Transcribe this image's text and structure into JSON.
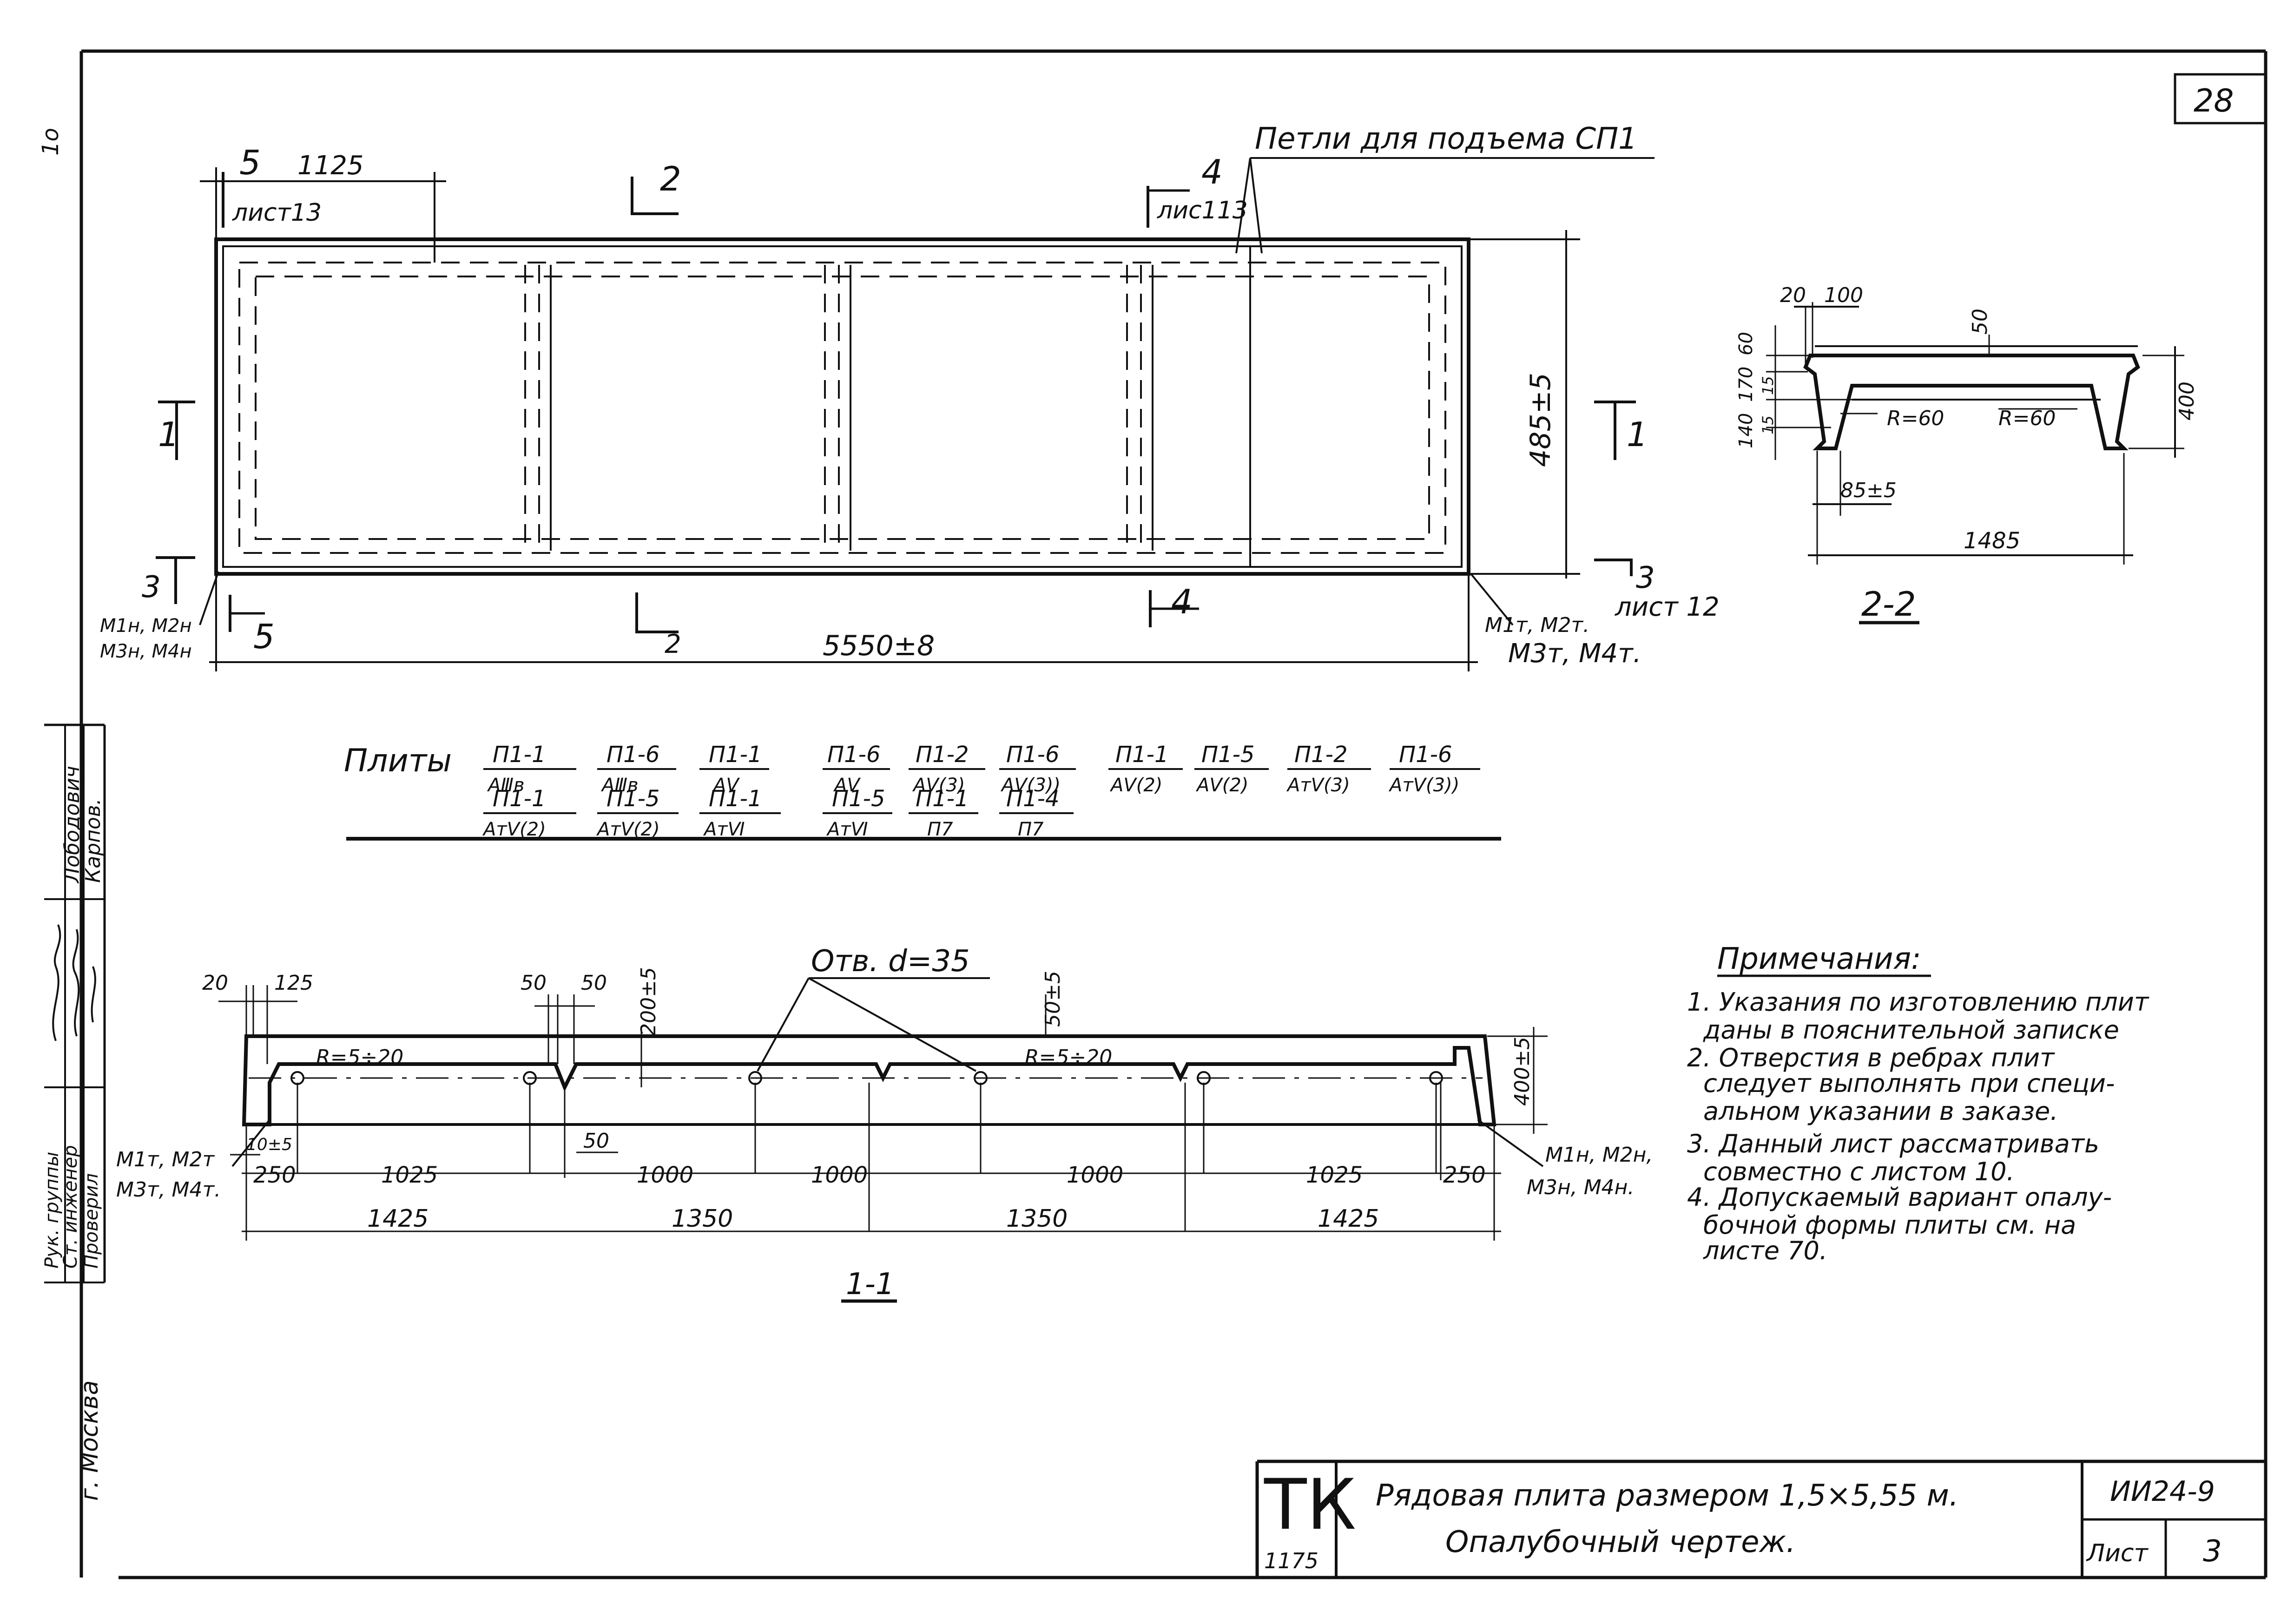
{
  "sheet": {
    "sheet_corner_number": "28",
    "left_margin_number": "1o",
    "top_view": {
      "loop_label": "Петли для подъема СП1",
      "mark_5_top": "5",
      "dim_1125": "1125",
      "sheet_ref_13_a": "лист13",
      "mark_2_top": "2",
      "mark_4_top": "4",
      "sheet_ref_13_b": "лис113",
      "dim_485": "485±5",
      "mark_1_left": "1",
      "mark_1_right": "1",
      "mark_3_left": "3",
      "mark_3_right": "3",
      "sheet_ref_12": "лист 12",
      "mark_5_bottom": "5",
      "mark_2_bottom": "2",
      "mark_4_bottom": "4",
      "dim_5550": "5550±8",
      "left_parts_1": "М1н, М2н",
      "left_parts_2": "М3н, М4н",
      "right_parts_1": "М1т, М2т.",
      "right_parts_2": "М3т, М4т."
    },
    "section_2_2": {
      "title": "2-2",
      "dim_20": "20",
      "dim_100": "100",
      "dim_50": "50",
      "dim_60": "60",
      "dim_170": "170",
      "dim_140": "140",
      "dim_15a": "15",
      "dim_15b": "15",
      "radius_left": "R=60",
      "radius_right": "R=60",
      "dim_400": "400",
      "dim_85": "85±5",
      "dim_1485": "1485"
    },
    "plates": {
      "label": "Плиты",
      "row1": [
        {
          "num": "П1-1",
          "den": "АⅢв"
        },
        {
          "num": "П1-6",
          "den": "АⅢв"
        },
        {
          "num": "П1-1",
          "den": "АⅤ"
        },
        {
          "num": "П1-6",
          "den": "АⅤ"
        },
        {
          "num": "П1-2",
          "den": "АⅤ(3)"
        },
        {
          "num": "П1-6",
          "den": "АⅤ(3))"
        },
        {
          "num": "П1-1",
          "den": "АⅤ(2)"
        },
        {
          "num": "П1-5",
          "den": "АⅤ(2)"
        },
        {
          "num": "П1-2",
          "den": "АтⅤ(3)"
        },
        {
          "num": "П1-6",
          "den": "АтⅤ(3))"
        }
      ],
      "row2": [
        {
          "num": "П1-1",
          "den": "АтⅤ(2)"
        },
        {
          "num": "П1-5",
          "den": "АтⅤ(2)"
        },
        {
          "num": "П1-1",
          "den": "АтⅥ"
        },
        {
          "num": "П1-5",
          "den": "АтⅥ"
        },
        {
          "num": "П1-1",
          "den": "П7"
        },
        {
          "num": "П1-4",
          "den": "П7"
        }
      ]
    },
    "section_1_1": {
      "title": "1-1",
      "holes_label": "Отв. d=35",
      "dim_20": "20",
      "dim_125": "125",
      "dim_50a": "50",
      "dim_50b": "50",
      "dim_200": "200±5",
      "dim_50_top": "50±5",
      "radius_left": "R=5÷20",
      "radius_right": "R=5÷20",
      "dim_400": "400±5",
      "dim_10": "10±5",
      "dim_50c": "50",
      "bottom_dims_1": [
        "250",
        "1025",
        "1000",
        "1000",
        "1000",
        "1025",
        "250"
      ],
      "bottom_dims_2": [
        "1425",
        "1350",
        "1350",
        "1425"
      ],
      "left_parts_1": "М1т, М2т",
      "left_parts_2": "М3т, М4т.",
      "right_parts_1": "М1н, М2н,",
      "right_parts_2": "М3н, М4н."
    },
    "notes": {
      "title": "Примечания:",
      "items": [
        "1. Указания по изготовлению плит",
        "даны в пояснительной записке",
        "2. Отверстия в ребрах плит",
        "следует выполнять при специ-",
        "альном указании в заказе.",
        "3. Данный лист рассматривать",
        "совместно с листом 10.",
        "4. Допускаемый вариант опалу-",
        "бочной формы плиты см. на",
        "листе 70."
      ]
    },
    "side_stamp": {
      "roles": [
        "Рук. группы",
        "Ст. инженер",
        "Проверил"
      ],
      "names": [
        "Лободович",
        "Карпов."
      ],
      "signatures": [
        "подпись",
        "подпись",
        "подпись"
      ],
      "city": "г. Москва"
    },
    "title_block": {
      "org": "ТК",
      "org_number": "1175",
      "title_line1": "Рядовая плита размером 1,5×5,55 м.",
      "title_line2": "Опалубочный чертеж.",
      "doc_code": "ИИ24-9",
      "sheet_label": "Лист",
      "sheet_number": "3"
    }
  }
}
